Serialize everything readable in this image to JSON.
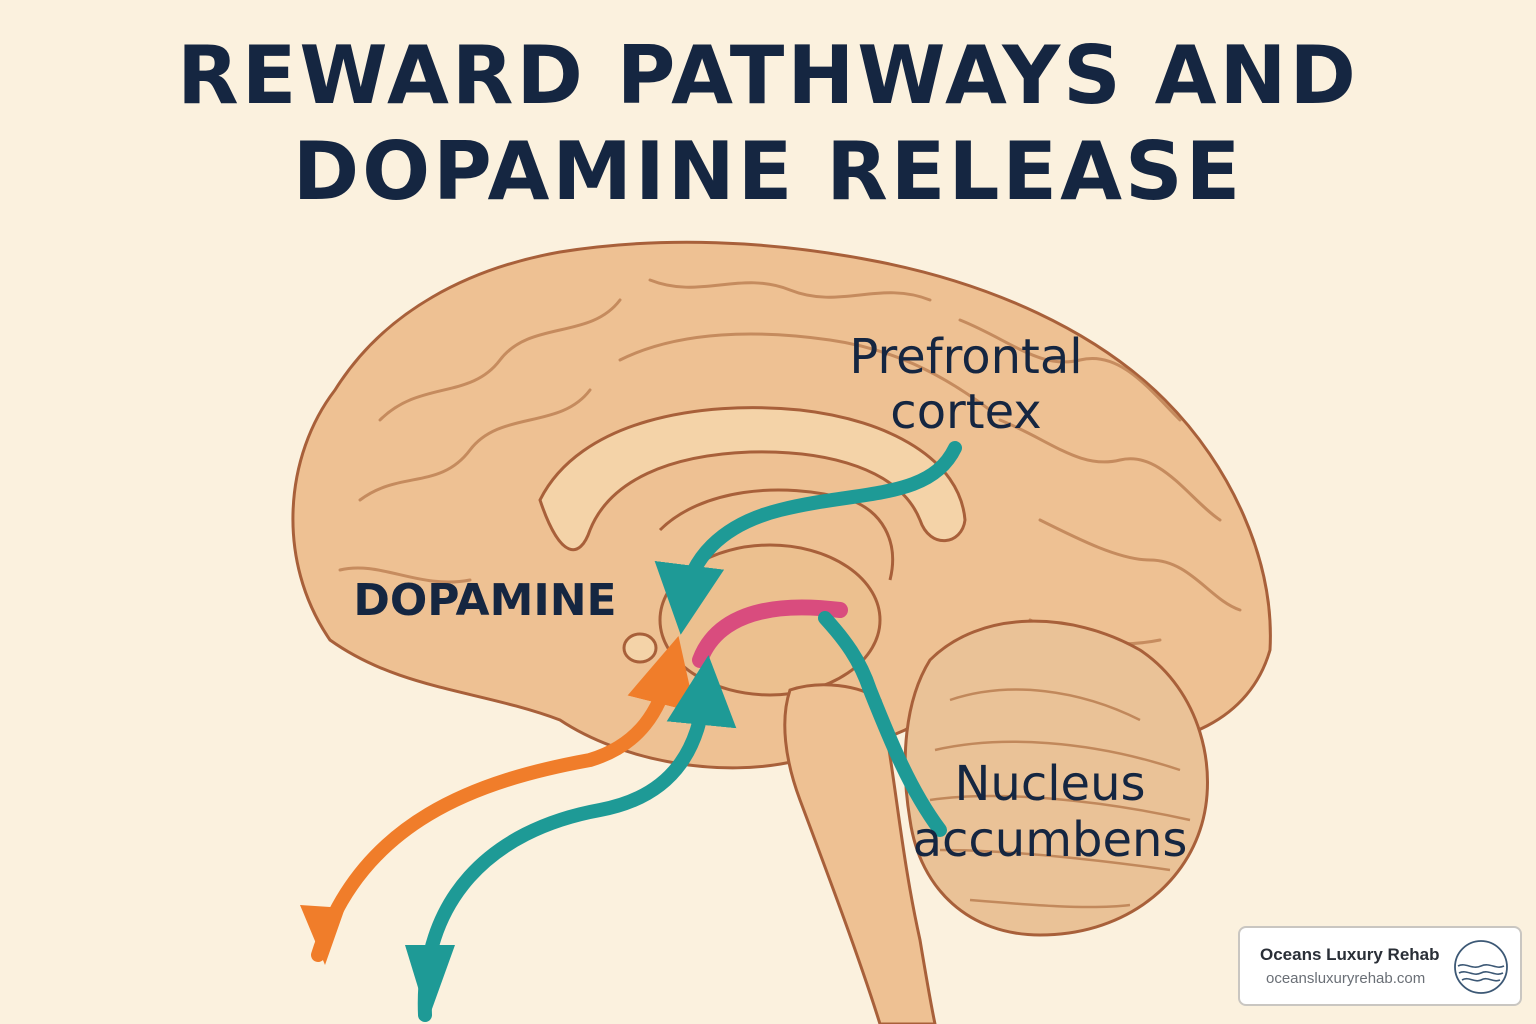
{
  "title": {
    "line1": "REWARD PATHWAYS AND",
    "line2": "DOPAMINE RELEASE"
  },
  "labels": {
    "prefrontal_line1": "Prefrontal",
    "prefrontal_line2": "cortex",
    "dopamine": "DOPAMINE",
    "nucleus_line1": "Nucleus",
    "nucleus_line2": "accumbens"
  },
  "brand": {
    "name": "Oceans Luxury Rehab",
    "url": "oceansluxuryrehab.com"
  },
  "colors": {
    "background": "#fbf1de",
    "title": "#152641",
    "brain_fill": "#eec193",
    "brain_outline": "#a8603a",
    "teal_pathway": "#1e9a96",
    "orange_pathway": "#f07d2a",
    "pink_pathway": "#d94c7e"
  }
}
